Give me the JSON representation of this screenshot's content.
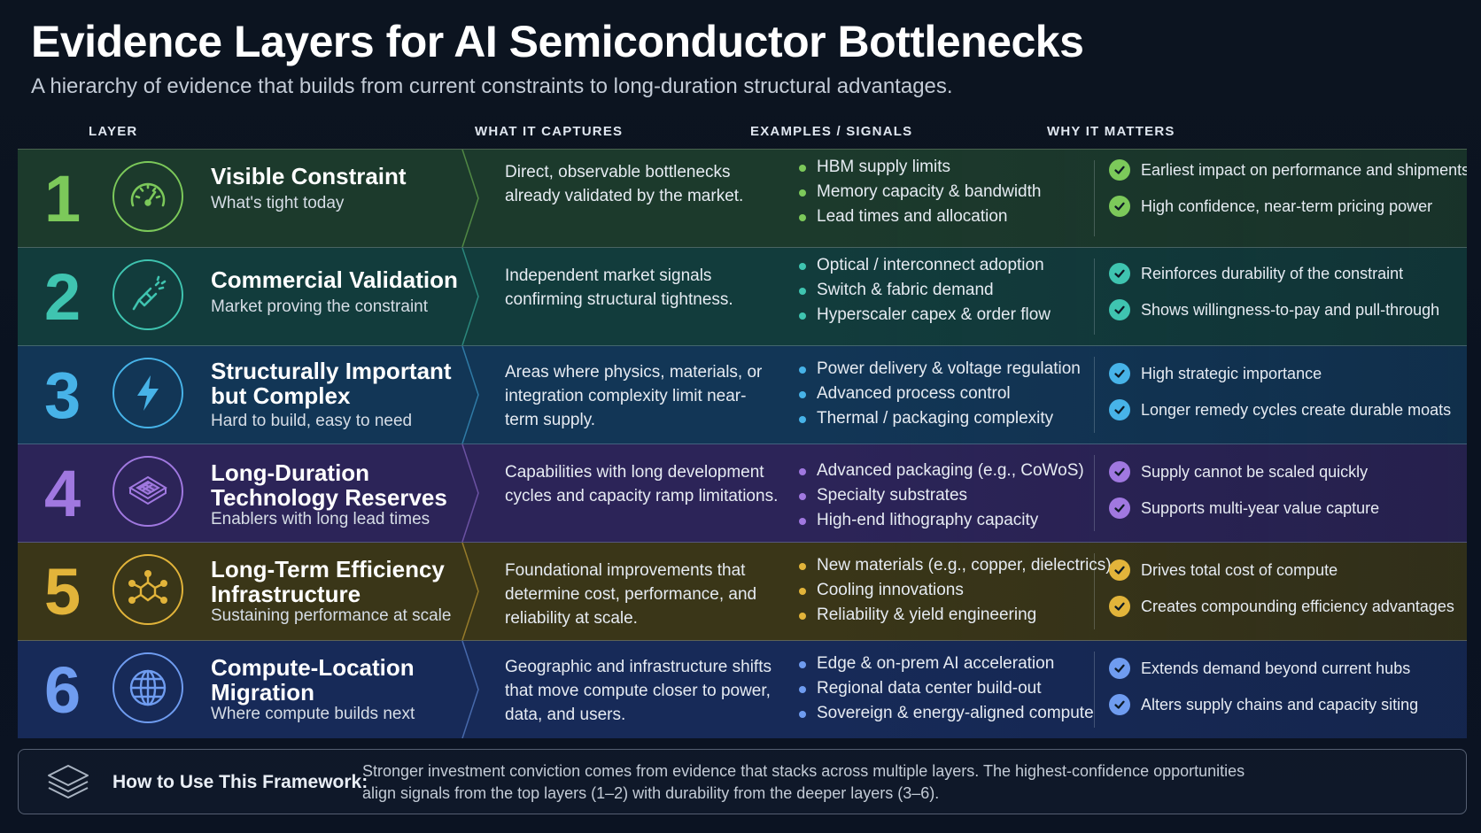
{
  "title": "Evidence Layers for AI Semiconductor Bottlenecks",
  "subtitle": "A hierarchy of evidence that builds from current constraints to long-duration structural advantages.",
  "columns": {
    "layer": "LAYER",
    "captures": "WHAT IT CAPTURES",
    "signals": "EXAMPLES / SIGNALS",
    "why": "WHY IT MATTERS"
  },
  "layers": [
    {
      "number": "1",
      "icon": "speedometer-icon",
      "name": "Visible Constraint",
      "tagline": "What's tight today",
      "captures": "Direct, observable bottlenecks already validated by the market.",
      "signals": [
        "HBM supply limits",
        "Memory capacity & bandwidth",
        "Lead times and allocation"
      ],
      "why": [
        "Earliest impact on performance and shipments",
        "High confidence, near-term pricing power"
      ],
      "accent": "#7cc95a",
      "bg": "#1c3a2c"
    },
    {
      "number": "2",
      "icon": "plug-icon",
      "name": "Commercial Validation",
      "tagline": "Market proving the constraint",
      "captures": "Independent market signals confirming structural tightness.",
      "signals": [
        "Optical / interconnect adoption",
        "Switch & fabric demand",
        "Hyperscaler capex & order flow"
      ],
      "why": [
        "Reinforces durability of the constraint",
        "Shows willingness-to-pay and pull-through"
      ],
      "accent": "#3fc4b0",
      "bg": "#123c3c"
    },
    {
      "number": "3",
      "icon": "lightning-icon",
      "name": "Structurally Important but Complex",
      "tagline": "Hard to build, easy to need",
      "captures": "Areas where physics, materials, or integration complexity limit near-term supply.",
      "signals": [
        "Power delivery & voltage regulation",
        "Advanced process control",
        "Thermal / packaging complexity"
      ],
      "why": [
        "High strategic importance",
        "Longer remedy cycles create durable moats"
      ],
      "accent": "#47b3e8",
      "bg": "#123656"
    },
    {
      "number": "4",
      "icon": "chip-package-icon",
      "name": "Long-Duration Technology Reserves",
      "tagline": "Enablers with long lead times",
      "captures": "Capabilities with long development cycles and capacity ramp limitations.",
      "signals": [
        "Advanced packaging (e.g., CoWoS)",
        "Specialty substrates",
        "High-end lithography capacity"
      ],
      "why": [
        "Supply cannot be scaled quickly",
        "Supports multi-year value capture"
      ],
      "accent": "#a078e0",
      "bg": "#2c2458"
    },
    {
      "number": "5",
      "icon": "molecule-icon",
      "name": "Long-Term Efficiency Infrastructure",
      "tagline": "Sustaining performance at scale",
      "captures": "Foundational improvements that determine cost, performance, and reliability at scale.",
      "signals": [
        "New materials (e.g., copper, dielectrics)",
        "Cooling innovations",
        "Reliability & yield engineering"
      ],
      "why": [
        "Drives total cost of compute",
        "Creates compounding efficiency advantages"
      ],
      "accent": "#e2b43a",
      "bg": "#3a3618"
    },
    {
      "number": "6",
      "icon": "globe-icon",
      "name": "Compute-Location Migration",
      "tagline": "Where compute builds next",
      "captures": "Geographic and infrastructure shifts that move compute closer to power, data, and users.",
      "signals": [
        "Edge & on-prem AI acceleration",
        "Regional data center build-out",
        "Sovereign & energy-aligned compute"
      ],
      "why": [
        "Extends demand beyond current hubs",
        "Alters supply chains and capacity siting"
      ],
      "accent": "#6f9cf0",
      "bg": "#172a58"
    }
  ],
  "footer": {
    "icon": "stacked-layers-icon",
    "label": "How to Use This Framework:",
    "text": "Stronger investment conviction comes from evidence that stacks across multiple layers. The highest-confidence opportunities align signals from the top layers (1–2) with durability from the deeper layers (3–6)."
  }
}
